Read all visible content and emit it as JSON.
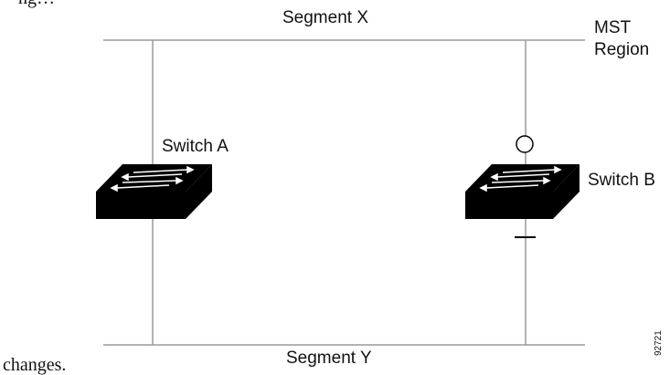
{
  "cut_text": {
    "top": "ng…",
    "bottom": "changes."
  },
  "labels": {
    "segment_x": "Segment X",
    "segment_y": "Segment Y",
    "region": "MST\nRegion",
    "switch_a": "Switch A",
    "switch_b": "Switch B"
  },
  "figure_id": "92721",
  "colors": {
    "line": "#9a9a9a",
    "switch": "#000000",
    "arrow": "#ffffff"
  }
}
